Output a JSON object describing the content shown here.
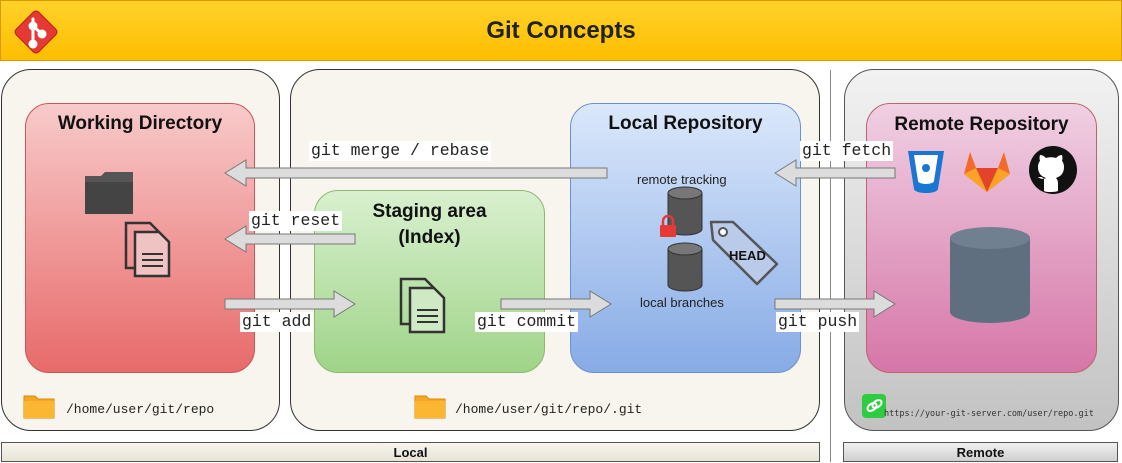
{
  "title": "Git Concepts",
  "working_directory": {
    "title": "Working Directory",
    "path": "/home/user/git/repo"
  },
  "staging_area": {
    "title_line1": "Staging area",
    "title_line2": "(Index)",
    "path": "/home/user/git/repo/.git"
  },
  "local_repository": {
    "title": "Local Repository",
    "remote_tracking": "remote tracking",
    "local_branches": "local branches",
    "head": "HEAD"
  },
  "remote_repository": {
    "title": "Remote Repository",
    "url": "https://your-git-server.com/user/repo.git"
  },
  "commands": {
    "merge_rebase": "git merge / rebase",
    "reset": "git reset",
    "add": "git add",
    "commit": "git commit",
    "fetch": "git fetch",
    "push": "git push"
  },
  "footer": {
    "local": "Local",
    "remote": "Remote"
  },
  "colors": {
    "title_bar": "#ffc000",
    "working_directory": "#e86a6a",
    "staging_area": "#9fd488",
    "local_repository": "#87abe6",
    "remote_repository": "#d676a8",
    "git_logo": "#e53935",
    "arrow_fill": "#dcdcdc"
  },
  "icons": [
    "git-logo-icon",
    "folder-icon",
    "documents-icon",
    "database-icon",
    "lock-icon",
    "tag-icon",
    "bitbucket-icon",
    "gitlab-icon",
    "github-icon",
    "link-icon"
  ]
}
